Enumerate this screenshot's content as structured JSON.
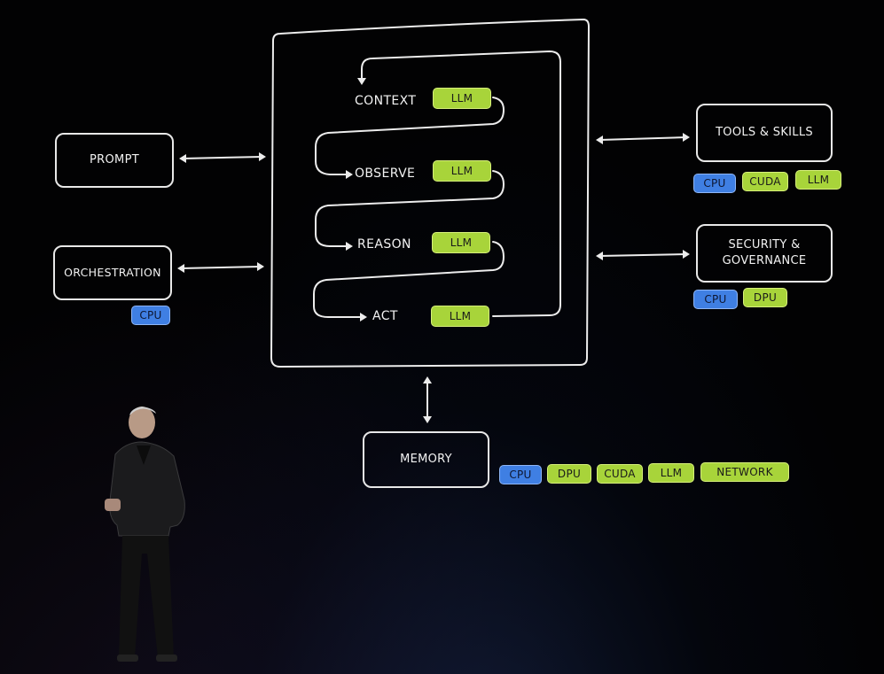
{
  "diagram": {
    "left_boxes": {
      "prompt": "PROMPT",
      "orchestration": "ORCHESTRATION",
      "orchestration_tags": [
        "CPU"
      ]
    },
    "loop": {
      "steps": [
        {
          "label": "CONTEXT",
          "tag": "LLM"
        },
        {
          "label": "OBSERVE",
          "tag": "LLM"
        },
        {
          "label": "REASON",
          "tag": "LLM"
        },
        {
          "label": "ACT",
          "tag": "LLM"
        }
      ]
    },
    "right_boxes": {
      "tools": "TOOLS & SKILLS",
      "tools_tags": [
        "CPU",
        "CUDA",
        "LLM"
      ],
      "security_line1": "SECURITY &",
      "security_line2": "GOVERNANCE",
      "security_tags": [
        "CPU",
        "DPU"
      ]
    },
    "memory": {
      "label": "MEMORY",
      "tags": [
        "CPU",
        "DPU",
        "CUDA",
        "LLM",
        "NETWORK"
      ]
    }
  },
  "colors": {
    "background": "#020203",
    "llm_tag": "#a8d43a",
    "cpu_tag": "#3f7fe3",
    "line": "#ececec"
  }
}
